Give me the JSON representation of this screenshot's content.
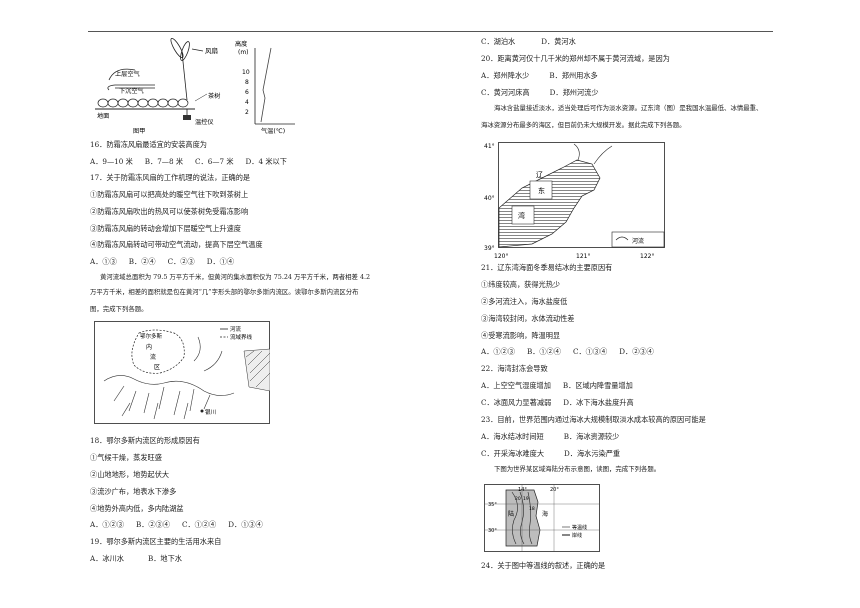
{
  "fig_a": {
    "fan": "风扇",
    "height_axis": "高度",
    "height_unit": "(m)",
    "height_ticks": [
      "10",
      "8",
      "6",
      "4",
      "2"
    ],
    "upper_air": "上层空气",
    "lower_air": "下沉空气",
    "ground": "地面",
    "tea": "茶树",
    "thermostat": "温控仪",
    "caption": "图甲",
    "temp_axis": "气温(℃)"
  },
  "left": {
    "q16": "16．防霜冻风扇最适宜的安装高度为",
    "q16_opts": [
      "A．9—10 米",
      "B．7—8 米",
      "C．6—7 米",
      "D．4 米以下"
    ],
    "q17": "17．关于防霜冻风扇的工作机理的说法，正确的是",
    "q17_items": [
      "①防霜冻风扇可以把高处的暖空气往下吹到茶树上",
      "②防霜冻风扇吹出的热风可以使茶树免受霜冻影响",
      "③防霜冻风扇的转动会增加下层暖空气上升速度",
      "④防霜冻风扇转动可带动空气流动，提高下层空气温度"
    ],
    "q17_opts": [
      "A．①③",
      "B．②④",
      "C．②③",
      "D．①④"
    ],
    "passage_lines": [
      "黄河流域总面积为 79.5 万平方千米，但黄河的集水面积仅为 75.24 万平方千米，两者相差 4.2",
      "万平方千米，相差的面积就是包在黄河“几”字形头部的鄂尔多斯内流区。读鄂尔多斯内流区分布",
      "图，完成下列各题。"
    ],
    "map": {
      "legend_river": "河流",
      "legend_boundary": "流域界线",
      "place_ordos": "鄂尔多斯",
      "inner_1": "内",
      "inner_2": "流",
      "inner_3": "区",
      "city": "银川"
    },
    "q18": "18．鄂尔多斯内流区的形成原因有",
    "q18_items": [
      "①气候干燥，蒸发旺盛",
      "②山地地形，地势起伏大",
      "③流沙广布，地表水下渗多",
      "④地势外高内低，多内陆湖盆"
    ],
    "q18_opts": [
      "A．①②③",
      "B．②③④",
      "C．①②④",
      "D．①③④"
    ],
    "q19": "19．鄂尔多斯内流区主要的生活用水来自",
    "q19_opts": [
      "A．冰川水",
      "B．地下水"
    ]
  },
  "right": {
    "q19_opts_cd": [
      "C．湖泊水",
      "D．黄河水"
    ],
    "q20": "20．距离黄河仅十几千米的郑州却不属于黄河流域，是因为",
    "q20_opts_1": [
      "A．郑州降水少",
      "B．郑州用水多"
    ],
    "q20_opts_2": [
      "C．黄河河床高",
      "D．郑州河流少"
    ],
    "passage2_lines": [
      "海冰含盐量接近淡水，适当处理后可作为淡水资源。辽东湾（图）是我国水温最低、冰情最重、",
      "海冰资源分布最多的海区，但目前仍未大规模开发。据此完成下列各题。"
    ],
    "map2": {
      "lat_41": "41°",
      "lat_40": "40°",
      "lat_39": "39°",
      "lon_120": "120°",
      "lon_121": "121°",
      "lon_122": "122°",
      "label_liao": "辽",
      "label_dong": "东",
      "label_wan": "湾",
      "legend_river": "河流"
    },
    "q21": "21．辽东湾海面冬季易结冰的主要原因有",
    "q21_items": [
      "①纬度较高，获得光热少",
      "②多河流注入，海水盐度低",
      "③海湾较封闭，水体流动性差",
      "④受寒流影响，降温明显"
    ],
    "q21_opts": [
      "A．①②③",
      "B．①②④",
      "C．①③④",
      "D．②③④"
    ],
    "q22": "22．海湾封冻会导致",
    "q22_opts_1": [
      "A．上空空气湿度增加",
      "B．区域内降雪量增加"
    ],
    "q22_opts_2": [
      "C．冰面风力显著减弱",
      "D．冰下海水盐度升高"
    ],
    "q23": "23．目前，世界范围内通过海冰大规模制取淡水成本较高的原因可能是",
    "q23_opts_1": [
      "A．海水结冰时间短",
      "B．海冰资源较少"
    ],
    "q23_opts_2": [
      "C．开采海冰难度大",
      "D．海水污染严重"
    ],
    "passage3": "下图为世界某区域海陆分布示意图，读图，完成下列各题。",
    "map3": {
      "lon_14": "14°",
      "lon_20": "20°",
      "lat_30": "30°",
      "lat_35": "35°",
      "land": "陆",
      "sea": "海",
      "iso_a": "20",
      "iso_b": "19",
      "iso_c": "18",
      "legend_isoline": "等温线",
      "legend_coast": "岸线"
    },
    "q24": "24．关于图中等温线的叙述，正确的是"
  }
}
